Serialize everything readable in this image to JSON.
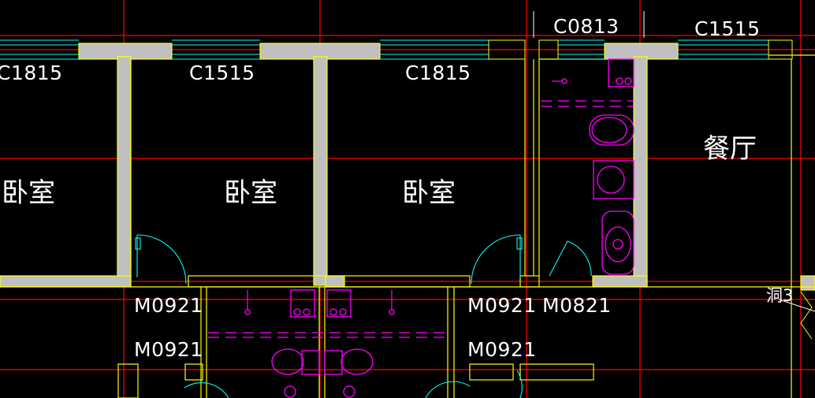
{
  "drawing": {
    "background": "#000000",
    "colors": {
      "axis": "#ff0000",
      "wall_outline": "#ffff00",
      "wall_fill": "#c0c0c0",
      "window": "#00ffff",
      "door_swing": "#00ffff",
      "fixture": "#ff00ff",
      "text": "#ffffff"
    }
  },
  "labels": {
    "window_c1815_left": "C1815",
    "window_c1515_mid": "C1515",
    "window_c1815_center": "C1815",
    "window_c0813": "C0813",
    "window_c1515_right": "C1515",
    "room_bedroom_left": "卧室",
    "room_bedroom_mid": "卧室",
    "room_bedroom_right": "卧室",
    "room_dining": "餐厅",
    "door_m0921_a": "M0921",
    "door_m0921_b": "M0921",
    "door_m0821": "M0821",
    "door_m0921_c": "M0921",
    "door_m0921_d": "M0921",
    "opening_dong3": "洞3"
  }
}
